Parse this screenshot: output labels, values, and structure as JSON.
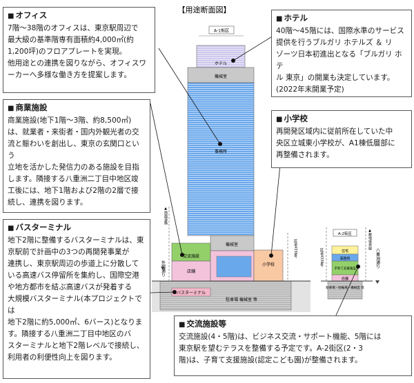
{
  "diagram": {
    "title": "【用途断面図】",
    "tower_a1_label": "A-1街区",
    "tower_a2_label": "A-2街区",
    "hotel_floor": "ホテル",
    "machine_room": "機械室",
    "office_floor": "事務所",
    "exchange_label": "交流施設",
    "shop_label": "店舗",
    "school_label": "小学校",
    "bus_terminal_label": "バスターミナル",
    "parking_label": "駐車場 機械室 等",
    "left_road_label": "外堀通り",
    "right_road_label": "八重洲通り",
    "setback_label_1": "▲前面道路",
    "setback_label_2": "▲敷地境界線",
    "road_width_a1": "区道4336号",
    "road_width_a2": "区道4336号",
    "a2_floors": [
      "住宅",
      "事務所",
      "子育て支援施設",
      "店舗",
      "駐車場・駐輪場・機械室 等"
    ],
    "a2_road_label": "八重洲通り"
  },
  "boxes": {
    "office": {
      "title": "オフィス",
      "body": "7階～38階のオフィスは、東京駅周辺で\n最大級の基準階専有面積約4,000㎡(約\n1,200坪)のフロアプレートを実現。\n他用途との連携を図りながら、オフィスワ\nーカーへ多様な働き方を提案します。"
    },
    "commercial": {
      "title": "商業施設",
      "body": "商業施設(地下1階～3階、約8,500㎡)\nは、就業者・来街者・国内外観光者の交\n流と賑わいを創出し、東京の玄関口という\n立地を活かした発信力のある施設を目指\nします。隣接する八重洲二丁目中地区竣\n工後には、地下1階および2階の2層で接\n続し、連携を図ります。"
    },
    "bus": {
      "title": "バスターミナル",
      "body": "地下2階に整備するバスターミナルは、東\n京駅前で計画中の3つの再開発事業が\n連携し、東京駅周辺の歩道上に分散して\nいる高速バス停留所を集約し、国際空港\nや地方都市を結ぶ高速バスが発着する\n大規模バスターミナル(本プロジェクトでは\n地下2階に約5,000㎡、6バース)となりま\nす。隣接する八重洲二丁目中地区のバ\nスターミナルと地下2階レベルで接続し、\n利用者の利便性向上を図ります。"
    },
    "hotel": {
      "title": "ホテル",
      "body": "40階～45階には、国際水準のサービス\n提供を行うブルガリ ホテルズ ＆ リ\nゾーツ日本初進出となる「ブルガリ ホテ\nル 東京」の開業も決定しています。\n(2022年末開業予定)"
    },
    "school": {
      "title": "小学校",
      "body": "再開発区域内に従前所在していた中\n央区立城東小学校が、A1棟低層部に\n再整備されます。"
    },
    "exchange": {
      "title": "交流施設等",
      "body": "交流施設(4・5階)は、ビジネス交流・サポート機能、5階には\n東京駅を望むテラスを整備する予定です。A-2街区(2・3\n階)は、子育て支援施設(認定こども園)が整備されます。"
    }
  },
  "colors": {
    "hotel": "#cfc8ee",
    "office": "#6aa8ec",
    "machine": "#c9c9c9",
    "exchange": "#93d06a",
    "shop": "#f3c3dc",
    "school": "#f9c9a4",
    "bus": "#f2b6c8",
    "underground": "#b9b9b9",
    "residential": "#fff29a"
  }
}
